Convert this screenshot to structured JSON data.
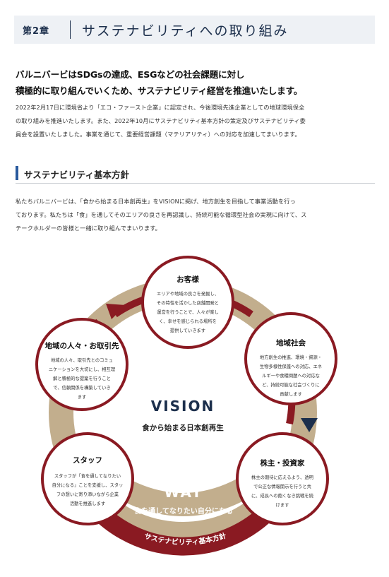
{
  "chapter": {
    "number": "第2章",
    "title": "サステナビリティへの取り組み"
  },
  "lead": [
    "バルニバービはSDGsの達成、ESGなどの社会課題に対し",
    "積極的に取り組んでいくため、サステナビリティ経営を推進いたします。"
  ],
  "intro": [
    "2022年2月17日に環境省より「エコ・ファースト企業」に認定され、今後環境先進企業としての地球環境保全",
    "の取り組みを推進いたします。また、2022年10月にサステナビリティ基本方針の策定及びサステナビリティ委",
    "員会を設置いたしました。事業を通じて、重要経営課題（マテリアリティ）への対応を加速してまいります。"
  ],
  "section": {
    "title": "サステナビリティ基本方針",
    "body": [
      "私たちバルニバービは、「食から始まる日本創再生」をVISIONに掲げ、地方創生を目指して事業活動を行っ",
      "ております。私たちは「食」を通してそのエリアの良さを再認識し、持続可能な循環型社会の実現に向けて、ス",
      "テークホルダーの皆様と一緒に取り組んでまいります。"
    ]
  },
  "diagram": {
    "vision": "VISION",
    "vision_sub": "食から始まる日本創再生",
    "way": "WAY",
    "way_sub": "食を通してなりたい自分になる",
    "ring_label": "サステナビリティ基本方針",
    "nodes": [
      {
        "title": "お客様",
        "body": [
          "エリアや地域の良さを発掘し、",
          "その特性を活かした店舗開発と",
          "運営を行うことで、人々が楽し",
          "く、幸せを感じられる場所を",
          "提供していきます"
        ]
      },
      {
        "title": "地域社会",
        "body": [
          "地方創生の推進、環境・資源・",
          "生物多様性保護への対応、エネ",
          "ルギーや食糧問題への対応な",
          "ど、持続可能な社会づくりに",
          "貢献します"
        ]
      },
      {
        "title": "株主・投資家",
        "body": [
          "株主の期待に応えるよう、透明",
          "で公正な情報開示を行うと共",
          "に、成長への飽くなき挑戦を続",
          "けます"
        ]
      },
      {
        "title": "スタッフ",
        "body": [
          "スタッフが「食を通してなりたい",
          "自分になる」ことを支援し、スタッ",
          "フの想いに寄り添いながら企業",
          "活動を推進します"
        ]
      },
      {
        "title": "地域の人々・お取引先",
        "body": [
          "地域の人々、取引先とのコミュ",
          "ニケーションを大切にし、相互理",
          "解と積極的な提案を行うこと",
          "で、信頼関係を構築していき",
          "ます"
        ]
      }
    ]
  },
  "colors": {
    "navy": "#1c2f4c",
    "maroon": "#8a1a22",
    "beige": "#c2ae8d",
    "accent_blue": "#2a5a9e"
  }
}
